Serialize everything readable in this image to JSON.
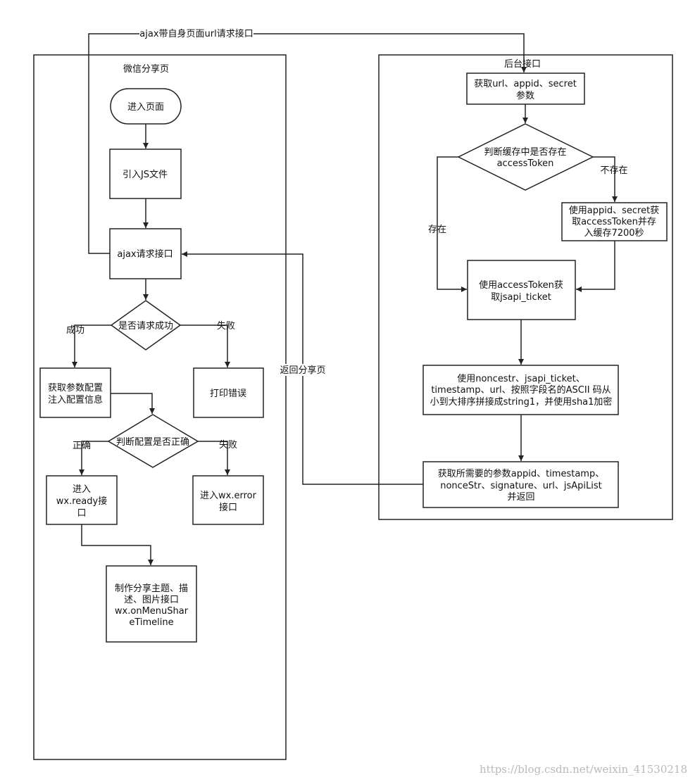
{
  "frames": {
    "left_title": "微信分享页",
    "right_title": "后台接口"
  },
  "nodes": {
    "enter_page": "进入页面",
    "include_js": "引入JS文件",
    "ajax_request": "ajax请求接口",
    "request_ok": "是否请求成功",
    "print_error": "打印错误",
    "get_params": [
      "获取参数配置",
      "注入配置信息"
    ],
    "config_ok": "判断配置是否正确",
    "wx_ready": [
      "进入",
      "wx.ready接",
      "口"
    ],
    "wx_error": [
      "进入wx.error",
      "接口"
    ],
    "share_make": [
      "制作分享主题、描",
      "述、图片接口",
      "wx.onMenuShar",
      "eTimeline"
    ],
    "get_url": [
      "获取url、appid、secret",
      "参数"
    ],
    "cache_check": [
      "判断缓存中是否存在",
      "accessToken"
    ],
    "get_token": [
      "使用appid、secret获",
      "取accessToken并存",
      "入缓存7200秒"
    ],
    "get_ticket": [
      "使用accessToken获",
      "取jsapi_ticket"
    ],
    "sign": [
      "使用noncestr、jsapi_ticket、",
      "timestamp、url、按照字段名的ASCII 码从",
      "小到大排序拼接成string1，并使用sha1加密"
    ],
    "return_params": [
      "获取所需要的参数appid、timestamp、",
      "nonceStr、signature、url、jsApiList",
      "并返回"
    ]
  },
  "labels": {
    "ajax_url": "ajax带自身页面url请求接口",
    "success": "成功",
    "fail_1": "失败",
    "correct": "正确",
    "fail_2": "失败",
    "not_exist": "不存在",
    "exist": "存在",
    "return_page": "返回分享页"
  },
  "watermark": "https://blog.csdn.net/weixin_41530218"
}
